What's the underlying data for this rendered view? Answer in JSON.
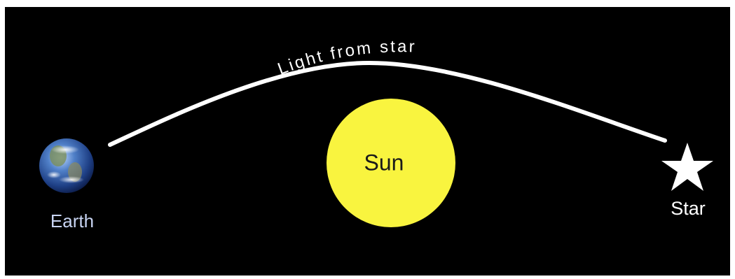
{
  "diagram": {
    "path_label": "Light from star",
    "sun_label": "Sun",
    "earth_label": "Earth",
    "star_label": "Star",
    "colors": {
      "background": "#000000",
      "sun": "#f9f43f",
      "light_path": "#ffffff",
      "earth_label": "#c8d4f2",
      "star": "#ffffff"
    }
  }
}
